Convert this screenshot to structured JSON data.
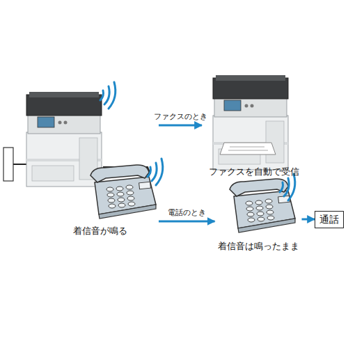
{
  "diagram": {
    "nodes": [
      {
        "text": [
          "着信音が鳴る"
        ]
      },
      {
        "text": [
          "ファクスを自動で受信"
        ]
      },
      {
        "text": [
          "着信音は鳴ったまま"
        ]
      },
      {
        "text": [
          "通話"
        ]
      }
    ],
    "edges": [
      {
        "from": 0,
        "to": 1,
        "label": "ファクスのとき",
        "arrow": "to"
      },
      {
        "from": 0,
        "to": 2,
        "label": "電話のとき",
        "arrow": "to"
      },
      {
        "from": 2,
        "to": 3,
        "arrow": "to"
      }
    ]
  }
}
